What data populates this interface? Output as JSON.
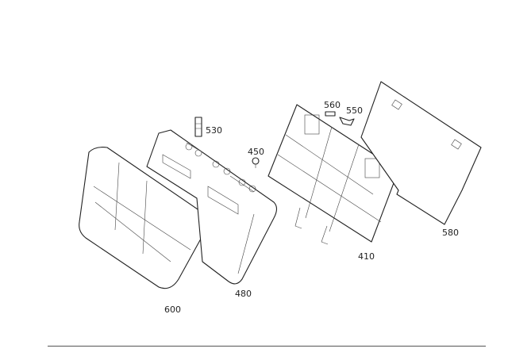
{
  "diagram": {
    "callouts": [
      {
        "id": "530",
        "part": "headrest-guide"
      },
      {
        "id": "450",
        "part": "screw"
      },
      {
        "id": "560",
        "part": "bolt"
      },
      {
        "id": "550",
        "part": "latch"
      },
      {
        "id": "580",
        "part": "rear-panel"
      },
      {
        "id": "410",
        "part": "backrest-frame"
      },
      {
        "id": "480",
        "part": "backrest-padding"
      },
      {
        "id": "600",
        "part": "backrest-cover"
      }
    ]
  },
  "colors": {
    "line": "#222222",
    "background": "#ffffff"
  }
}
